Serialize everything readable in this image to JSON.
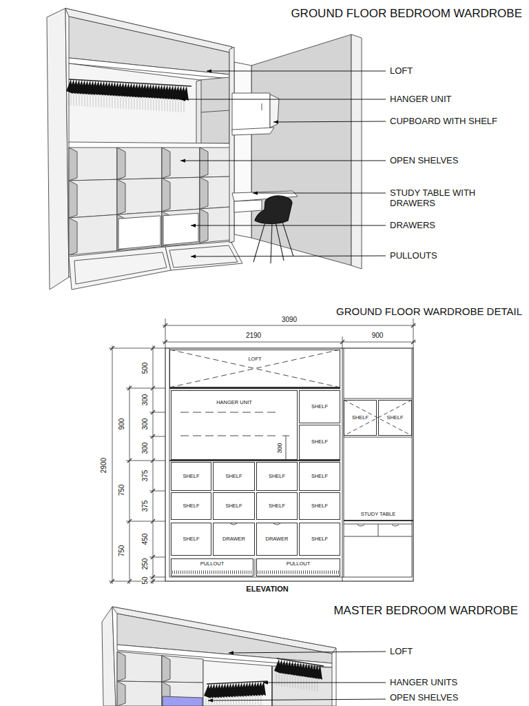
{
  "diagram": {
    "title": "GROUND FLOOR BEDROOM WARDROBE",
    "nodes": [
      {
        "text": [
          "LOFT"
        ]
      },
      {
        "text": [
          "HANGER UNIT"
        ]
      },
      {
        "text": [
          "SHELF"
        ]
      },
      {
        "text": [
          "SHELF"
        ]
      },
      {
        "text": [
          "SHELF"
        ]
      },
      {
        "text": [
          "SHELF"
        ]
      },
      {
        "text": [
          "SHELF"
        ]
      },
      {
        "text": [
          "SHELF"
        ]
      },
      {
        "text": [
          "SHELF"
        ]
      },
      {
        "text": [
          "SHELF"
        ]
      },
      {
        "text": [
          "SHELF"
        ]
      },
      {
        "text": [
          "SHELF"
        ]
      },
      {
        "text": [
          "SHELF"
        ]
      },
      {
        "text": [
          "SHELF"
        ]
      },
      {
        "text": [
          "SHELF"
        ]
      },
      {
        "text": [
          "DRAWER"
        ]
      },
      {
        "text": [
          "DRAWER"
        ]
      },
      {
        "text": [
          "SHELF"
        ]
      },
      {
        "text": [
          "PULLOUT"
        ]
      },
      {
        "text": [
          "PULLOUT"
        ]
      }
    ],
    "labels": [
      "LOFT",
      "HANGER UNIT",
      "CUPBOARD WITH SHELF",
      "OPEN SHELVES",
      "STUDY TABLE WITH DRAWERS",
      "DRAWERS",
      "PULLOUTS",
      "GROUND FLOOR WARDROBE DETAIL",
      "3090",
      "2190",
      "900",
      "2900",
      "900",
      "750",
      "750",
      "500",
      "300",
      "300",
      "300",
      "375",
      "375",
      "450",
      "250",
      "50",
      "300",
      "STUDY TABLE",
      "ELEVATION",
      "MASTER BEDROOM WARDROBE",
      "LOFT",
      "HANGER UNITS",
      "OPEN SHELVES"
    ]
  }
}
